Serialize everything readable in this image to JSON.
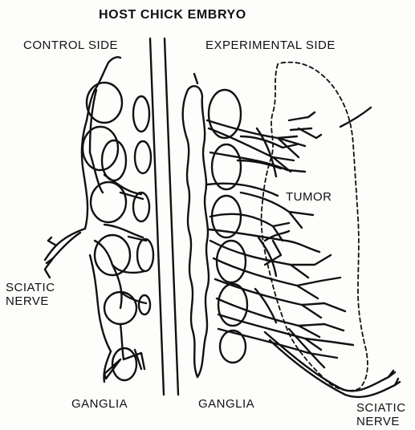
{
  "figure": {
    "title": "HOST CHICK EMBRYO",
    "control_side": "CONTROL SIDE",
    "experimental_side": "EXPERIMENTAL SIDE",
    "tumor": "TUMOR",
    "sciatic_left": "SCIATIC\nNERVE",
    "sciatic_right": "SCIATIC\nNERVE",
    "ganglia_left": "GANGLIA",
    "ganglia_right": "GANGLIA"
  },
  "colors": {
    "ink": "#111111",
    "paper": "#fdfdfb"
  }
}
